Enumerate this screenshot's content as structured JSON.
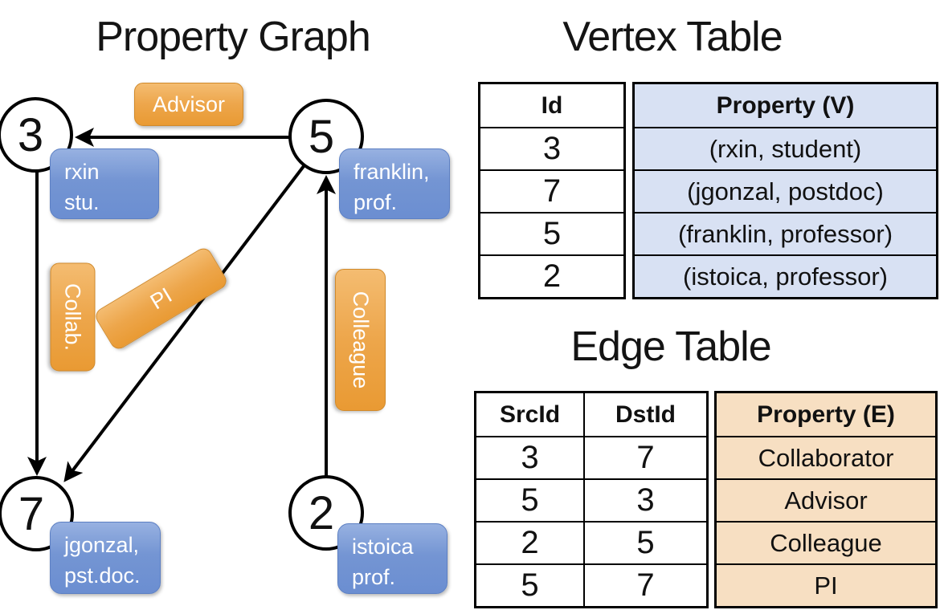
{
  "panel_graph": {
    "title": "Property Graph",
    "vertices": [
      {
        "id": "3",
        "property_lines": [
          "rxin",
          "stu."
        ]
      },
      {
        "id": "5",
        "property_lines": [
          "franklin,",
          "prof."
        ]
      },
      {
        "id": "7",
        "property_lines": [
          "jgonzal,",
          "pst.doc."
        ]
      },
      {
        "id": "2",
        "property_lines": [
          "istoica",
          "prof."
        ]
      }
    ],
    "edge_labels": [
      {
        "label": "Advisor"
      },
      {
        "label": "Collab."
      },
      {
        "label": "PI"
      },
      {
        "label": "Colleague"
      }
    ]
  },
  "vertex_table": {
    "title": "Vertex Table",
    "columns": {
      "id": "Id",
      "property": "Property (V)"
    },
    "rows": [
      {
        "id": "3",
        "property": "(rxin, student)"
      },
      {
        "id": "7",
        "property": "(jgonzal, postdoc)"
      },
      {
        "id": "5",
        "property": "(franklin, professor)"
      },
      {
        "id": "2",
        "property": "(istoica, professor)"
      }
    ]
  },
  "edge_table": {
    "title": "Edge Table",
    "columns": {
      "src": "SrcId",
      "dst": "DstId",
      "property": "Property (E)"
    },
    "rows": [
      {
        "src": "3",
        "dst": "7",
        "property": "Collaborator"
      },
      {
        "src": "5",
        "dst": "3",
        "property": "Advisor"
      },
      {
        "src": "2",
        "dst": "5",
        "property": "Colleague"
      },
      {
        "src": "5",
        "dst": "7",
        "property": "PI"
      }
    ]
  },
  "colors": {
    "edge_label_fill": "#eda64b",
    "vertex_box_fill": "#7495d3",
    "vertex_table_property_bg": "#d8e1f3",
    "edge_table_property_bg": "#f7dfc2",
    "line_color": "#000000"
  }
}
